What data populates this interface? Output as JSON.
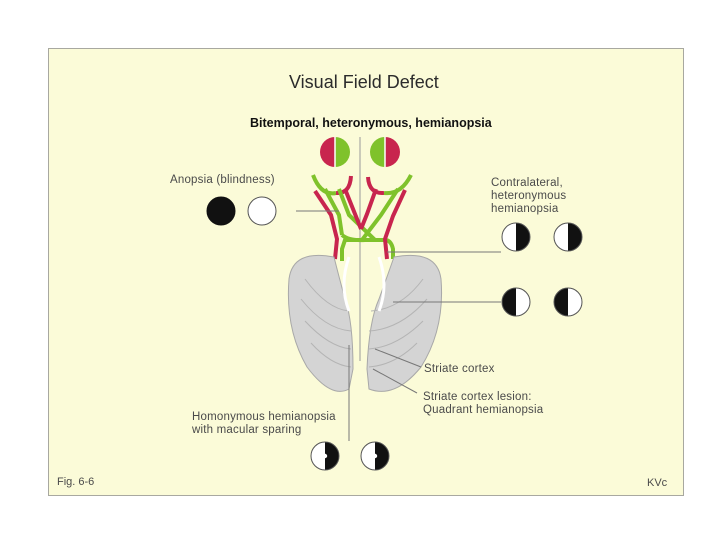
{
  "title": "Visual Field  Defect",
  "subtitle": "Bitemporal, heteronymous, hemianopsia",
  "labels": {
    "anopsia": "Anopsia (blindness)",
    "contralateral": "Contralateral,\n heteronymous\nhemianopsia",
    "striate": "Striate cortex",
    "striate_lesion": "Striate cortex lesion:\nQuadrant hemianopsia",
    "homonymous": "Homonymous hemianopsia\nwith macular sparing"
  },
  "footer": {
    "fig": "Fig. 6-6",
    "credit": "KVc"
  },
  "colors": {
    "background": "#fbfbd8",
    "red": "#c8254e",
    "green": "#7fc22b",
    "black": "#111111",
    "cortex": "#d4d4d4"
  }
}
